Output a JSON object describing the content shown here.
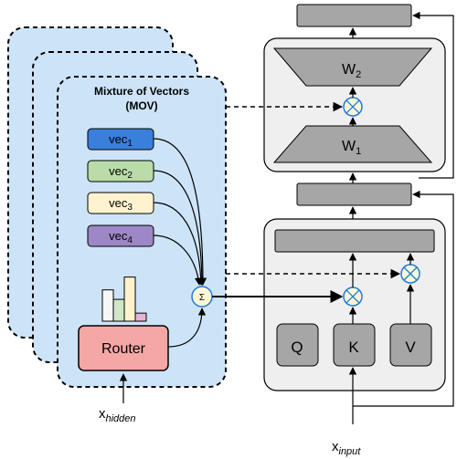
{
  "mov": {
    "title_line1": "Mixture of Vectors",
    "title_line2": "(MOV)",
    "vectors": [
      {
        "base": "vec",
        "sub": "1",
        "color": "#3a7fd9"
      },
      {
        "base": "vec",
        "sub": "2",
        "color": "#b9dca8"
      },
      {
        "base": "vec",
        "sub": "3",
        "color": "#fff3cf"
      },
      {
        "base": "vec",
        "sub": "4",
        "color": "#9d87c6"
      }
    ],
    "sum_symbol": "Σ",
    "router_label": "Router",
    "router_color": "#f4a7a4",
    "panel_color": "#cde4f8",
    "histogram_bars": [
      {
        "value": 0.66,
        "color": "#f6f6f6"
      },
      {
        "value": 0.46,
        "color": "#cfe7c7"
      },
      {
        "value": 0.93,
        "color": "#fff2cc"
      },
      {
        "value": 0.17,
        "color": "#e2b6d6"
      }
    ]
  },
  "ffn": {
    "w2_base": "W",
    "w2_sub": "2",
    "w1_base": "W",
    "w1_sub": "1"
  },
  "attention": {
    "q": "Q",
    "k": "K",
    "v": "V"
  },
  "inputs": {
    "x_hidden_base": "x",
    "x_hidden_sub": "hidden",
    "x_input_base": "x",
    "x_input_sub": "input"
  },
  "colors": {
    "block_gray": "#a6a6a6",
    "container_gray": "#efefef",
    "circle_fill": "#fff8d8",
    "circle_stroke": "#1f7bd6"
  }
}
